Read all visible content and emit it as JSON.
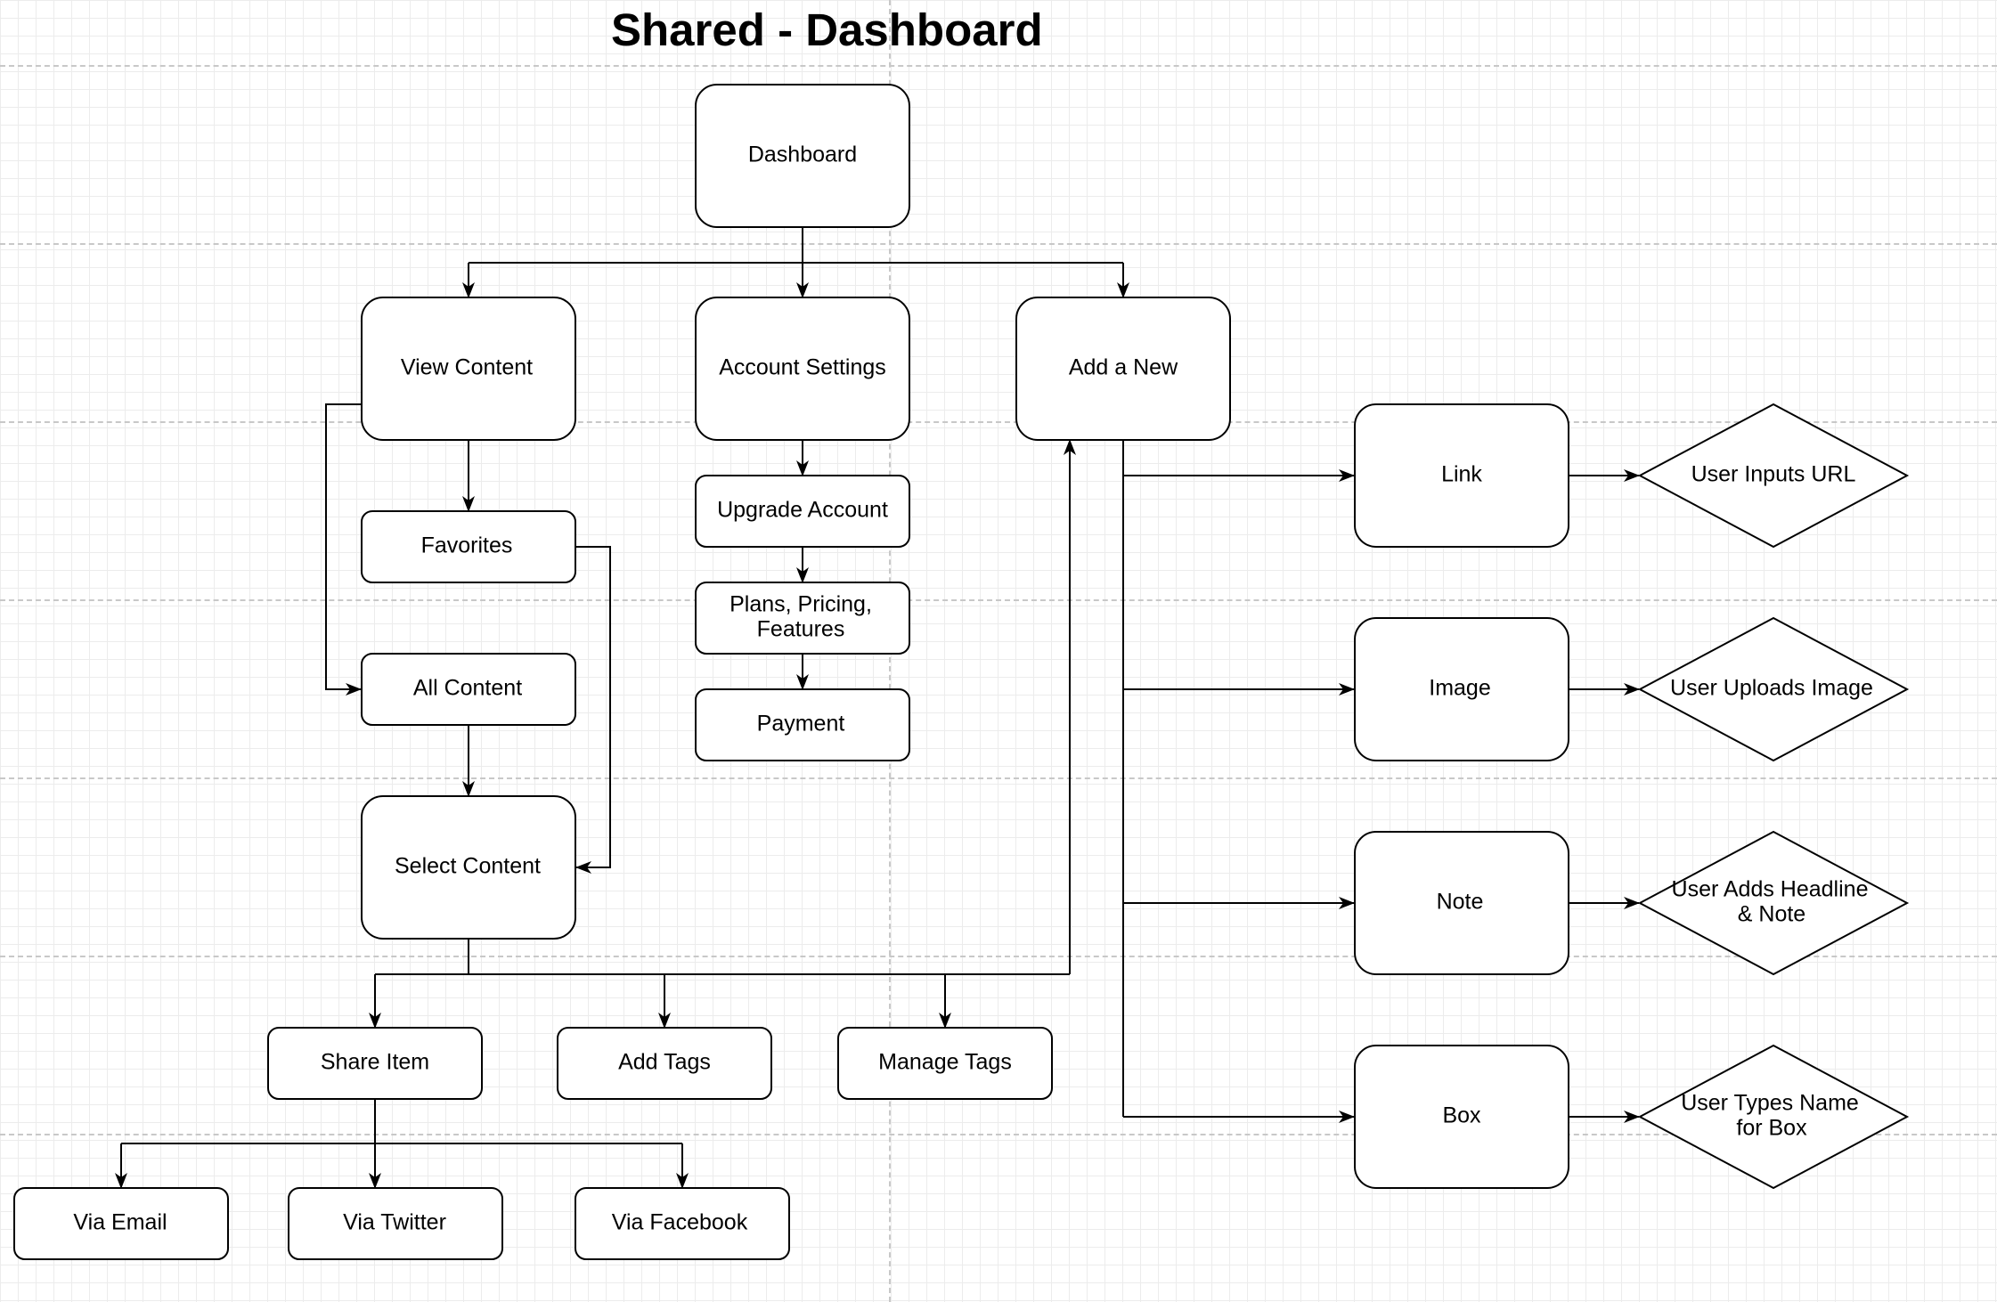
{
  "title": "Shared - Dashboard",
  "colors": {
    "stroke": "#000000",
    "fill": "#ffffff",
    "grid": "#ececec",
    "page_break": "#c8c8c8"
  },
  "nodes": {
    "dashboard": "Dashboard",
    "view_content": "View Content",
    "account_settings": "Account Settings",
    "add_new": "Add a New",
    "favorites": "Favorites",
    "upgrade_account": "Upgrade Account",
    "plans": [
      "Plans, Pricing,",
      "Features"
    ],
    "payment": "Payment",
    "all_content": "All Content",
    "select_content": "Select Content",
    "share_item": "Share Item",
    "add_tags": "Add Tags",
    "manage_tags": "Manage Tags",
    "via_email": "Via Email",
    "via_twitter": "Via Twitter",
    "via_facebook": "Via Facebook",
    "link": "Link",
    "image": "Image",
    "note": "Note",
    "box": "Box",
    "user_inputs_url": "User Inputs URL",
    "user_uploads_image": "User Uploads Image",
    "user_adds_headline": [
      "User Adds Headline",
      "& Note"
    ],
    "user_types_name": [
      "User Types Name",
      "for Box"
    ]
  }
}
